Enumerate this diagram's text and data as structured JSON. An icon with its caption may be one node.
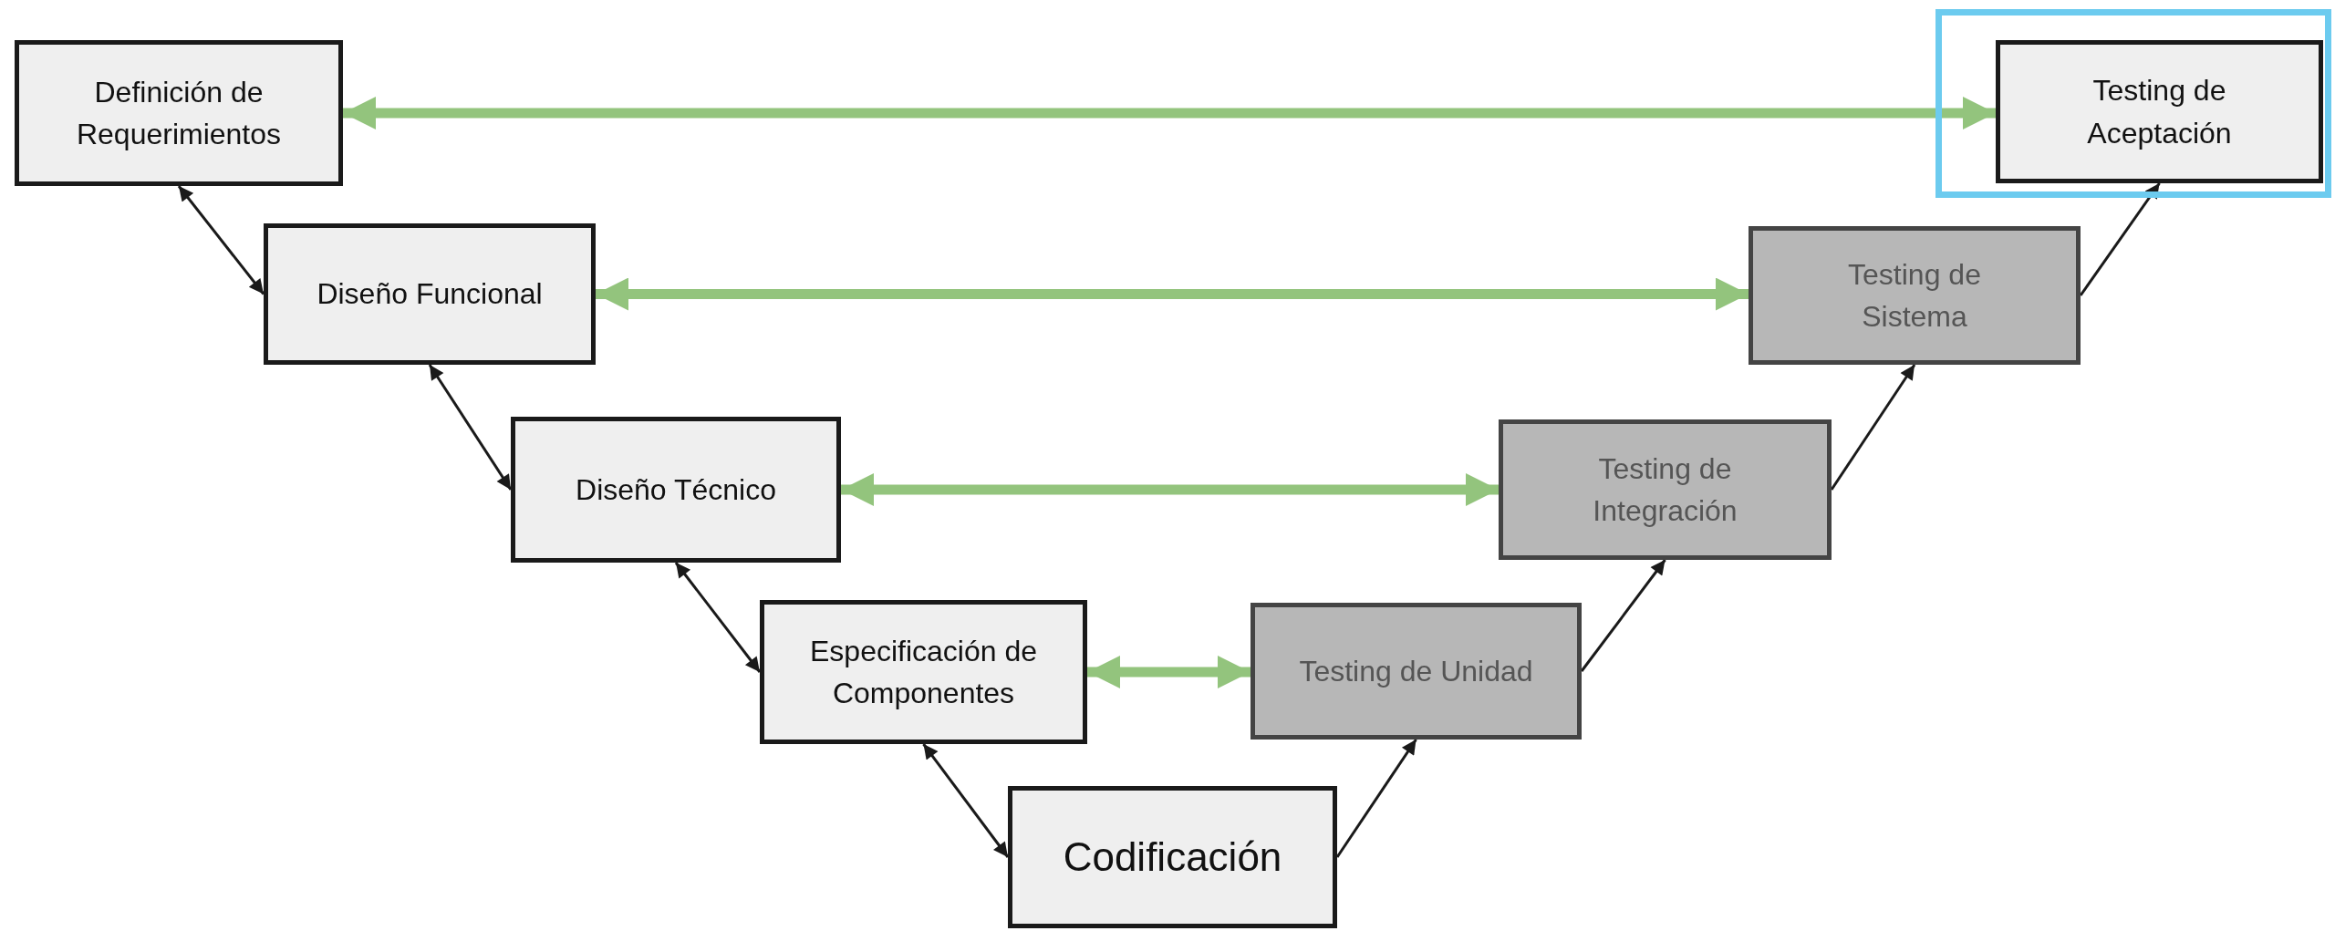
{
  "diagram": {
    "nodes": [
      {
        "text": [
          "Definición de Requerimientos"
        ]
      },
      {
        "text": [
          "Diseño Funcional"
        ]
      },
      {
        "text": [
          "Diseño Técnico"
        ]
      },
      {
        "text": [
          "Especificación de Componentes"
        ]
      },
      {
        "text": [
          "Codificación"
        ]
      },
      {
        "text": [
          "Testing de Unidad"
        ]
      },
      {
        "text": [
          "Testing de Integración"
        ]
      },
      {
        "text": [
          "Testing de Sistema"
        ]
      },
      {
        "text": [],
        "shape": "box"
      },
      {
        "text": [
          "Testing de Aceptación"
        ],
        "in": 8
      }
    ],
    "edges": [
      {
        "from": 0,
        "to": 1,
        "arrow": "both"
      },
      {
        "from": 1,
        "to": 2,
        "arrow": "both"
      },
      {
        "from": 2,
        "to": 3,
        "arrow": "both"
      },
      {
        "from": 3,
        "to": 4,
        "arrow": "both"
      },
      {
        "from": 4,
        "to": 5,
        "arrow": "to"
      },
      {
        "from": 5,
        "to": 6,
        "arrow": "to"
      },
      {
        "from": 6,
        "to": 7,
        "arrow": "to"
      },
      {
        "from": 7,
        "to": 9,
        "arrow": "to"
      },
      {
        "from": 0,
        "to": 9,
        "arrow": "both",
        "style": "thick",
        "color": "#93c47d"
      },
      {
        "from": 1,
        "to": 7,
        "arrow": "both",
        "style": "thick",
        "color": "#93c47d"
      },
      {
        "from": 2,
        "to": 6,
        "arrow": "both",
        "style": "thick",
        "color": "#93c47d"
      },
      {
        "from": 3,
        "to": 5,
        "arrow": "both",
        "style": "thick",
        "color": "#93c47d"
      }
    ]
  }
}
